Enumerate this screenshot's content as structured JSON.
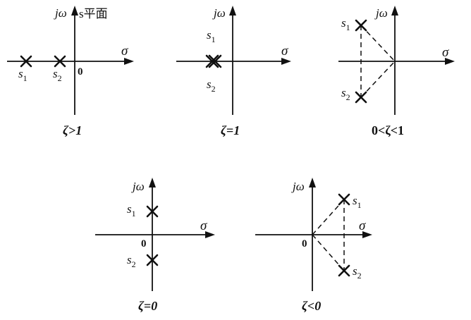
{
  "labels": {
    "plane": "s平面",
    "jw": "jω",
    "sigma": "σ",
    "origin": "0",
    "s1": "s",
    "s2": "s",
    "sub1": "1",
    "sub2": "2"
  },
  "cases": {
    "overdamped": "ζ>1",
    "critical": "ζ=1",
    "underdamped": "0<ζ<1",
    "undamped": "ζ=0",
    "negative": "ζ<0"
  }
}
